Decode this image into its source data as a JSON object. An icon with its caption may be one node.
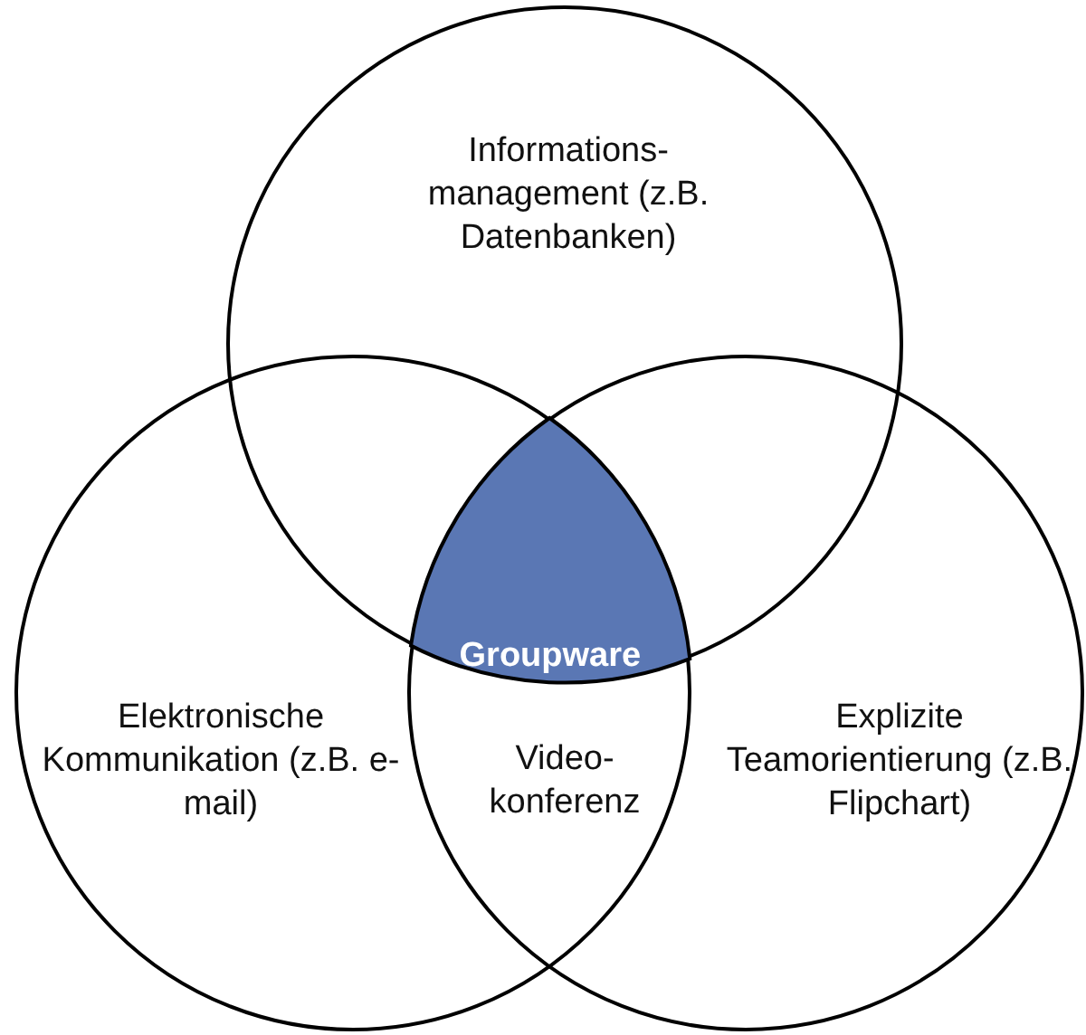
{
  "diagram": {
    "nodes": [
      {
        "text": [
          "Informations- management (z.B. Datenbanken)"
        ]
      },
      {
        "text": [
          "Elektronische Kommunikation (z.B. e-mail)"
        ]
      },
      {
        "text": [
          "Explizite Teamorientierung (z.B. Flipchart)"
        ]
      },
      {
        "text": [
          "Groupware"
        ]
      }
    ],
    "edges": [],
    "labels": [
      "Video- konferenz"
    ]
  }
}
